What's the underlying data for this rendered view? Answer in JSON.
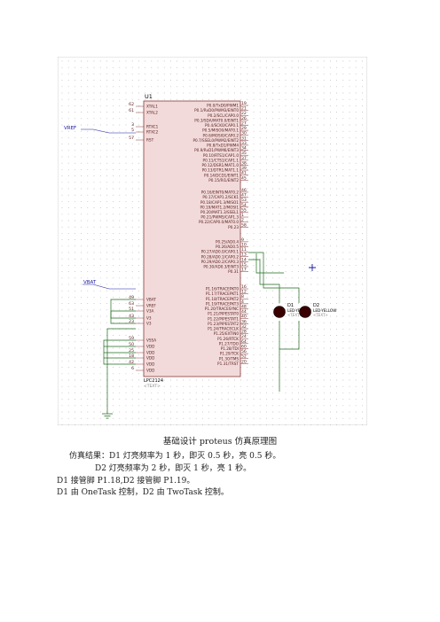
{
  "schematic": {
    "chip_ref": "U1",
    "chip_part": "LPC2124",
    "chip_text": "<TEXT>",
    "left_pins": [
      {
        "num": "62",
        "name": "XTAL1"
      },
      {
        "num": "61",
        "name": "XTAL2"
      },
      {
        "num": "3",
        "name": "RTXC1"
      },
      {
        "num": "5",
        "name": "RTXC2"
      },
      {
        "num": "57",
        "name": "RST"
      },
      {
        "num": "49",
        "name": "VBAT"
      },
      {
        "num": "63",
        "name": "VREF"
      },
      {
        "num": "51",
        "name": "V3A"
      },
      {
        "num": "43",
        "name": "V3"
      },
      {
        "num": "23",
        "name": "V3"
      },
      {
        "num": "59",
        "name": "VSSA"
      },
      {
        "num": "50",
        "name": "VDD"
      },
      {
        "num": "25",
        "name": "VDD"
      },
      {
        "num": "18",
        "name": "VDD"
      },
      {
        "num": "42",
        "name": "VDD"
      },
      {
        "num": "6",
        "name": "VDD"
      }
    ],
    "right_pins_p0": [
      {
        "num": "19",
        "name": "P0.0/TxD0/PWM1"
      },
      {
        "num": "21",
        "name": "P0.1/RxD0/PWM3/EINT0"
      },
      {
        "num": "22",
        "name": "P0.2/SCL/CAP0.0"
      },
      {
        "num": "26",
        "name": "P0.3/SDA/MAT0.0/EINT1"
      },
      {
        "num": "27",
        "name": "P0.4/SCK0/CAP0.1"
      },
      {
        "num": "29",
        "name": "P0.5/MISO0/MAT0.1"
      },
      {
        "num": "30",
        "name": "P0.6/MOSI0/CAP0.2"
      },
      {
        "num": "31",
        "name": "P0.7/SSEL0/PWM2/EINT2"
      },
      {
        "num": "33",
        "name": "P0.8/TxD1/PWM4"
      },
      {
        "num": "34",
        "name": "P0.9/RxD1/PWM6/EINT3"
      },
      {
        "num": "35",
        "name": "P0.10/RTS1/CAP1.0"
      },
      {
        "num": "37",
        "name": "P0.11/CTS1/CAP1.1"
      },
      {
        "num": "38",
        "name": "P0.12/DSR1/MAT1.0"
      },
      {
        "num": "39",
        "name": "P0.13/DTR1/MAT1.1"
      },
      {
        "num": "41",
        "name": "P0.14/DCD1/EINT1"
      },
      {
        "num": "45",
        "name": "P0.15/RI1/EINT2"
      },
      {
        "num": "46",
        "name": "P0.16/EINT0/MAT0.2"
      },
      {
        "num": "47",
        "name": "P0.17/CAP1.2/SCK1"
      },
      {
        "num": "53",
        "name": "P0.18/CAP1.3/MISO1"
      },
      {
        "num": "54",
        "name": "P0.19/MAT1.2/MOSI1"
      },
      {
        "num": "55",
        "name": "P0.20/MAT1.3/SSEL1"
      },
      {
        "num": "1",
        "name": "P0.21/PWM5/CAP1.3"
      },
      {
        "num": "2",
        "name": "P0.22/CAP0.0/MAT0.0"
      },
      {
        "num": "58",
        "name": "P0.23"
      },
      {
        "num": "9",
        "name": "P0.25/AD0.4"
      },
      {
        "num": "10",
        "name": "P0.26/AD0.5"
      },
      {
        "num": "11",
        "name": "P0.27/AD0.0/CAP0.1"
      },
      {
        "num": "13",
        "name": "P0.28/AD0.1/CAP0.2"
      },
      {
        "num": "14",
        "name": "P0.29/AD0.2/CAP0.3"
      },
      {
        "num": "15",
        "name": "P0.30/AD0.3/EINT3"
      },
      {
        "num": "17",
        "name": "P0.31"
      }
    ],
    "right_pins_p1": [
      {
        "num": "16",
        "name": "P1.16/TRACEPKT0"
      },
      {
        "num": "12",
        "name": "P1.17/TRACEPKT1"
      },
      {
        "num": "8",
        "name": "P1.18/TRACEPKT2"
      },
      {
        "num": "4",
        "name": "P1.19/TRACEPKT3"
      },
      {
        "num": "48",
        "name": "P1.20/TRACESYNC"
      },
      {
        "num": "44",
        "name": "P1.21/PIPESTAT0"
      },
      {
        "num": "40",
        "name": "P1.22/PIPESTAT1"
      },
      {
        "num": "36",
        "name": "P1.23/PIPESTAT2"
      },
      {
        "num": "32",
        "name": "P1.24/TRACECLK"
      },
      {
        "num": "28",
        "name": "P1.25/EXTIN0"
      },
      {
        "num": "24",
        "name": "P1.26/RTCK"
      },
      {
        "num": "64",
        "name": "P1.27/TDO"
      },
      {
        "num": "60",
        "name": "P1.28/TDI"
      },
      {
        "num": "56",
        "name": "P1.29/TCK"
      },
      {
        "num": "52",
        "name": "P1.30/TMS"
      },
      {
        "num": "20",
        "name": "P1.31/TRST"
      }
    ],
    "signal_labels": [
      "VREF",
      "VBAT"
    ],
    "leds": [
      {
        "ref": "D1",
        "part": "LED-YELLOW",
        "text": "<TEXT>"
      },
      {
        "ref": "D2",
        "part": "LED-YELLOW",
        "text": "<TEXT>"
      }
    ]
  },
  "caption": "基础设计 proteus 仿真原理图",
  "lines": [
    "仿真结果：D1 灯亮频率为 1 秒，即灭 0.5 秒，亮 0.5 秒。",
    "D2 灯亮频率为 2 秒，即灭 1 秒，亮 1 秒。",
    "D1 接管脚 P1.18,D2 接管脚 P1.19。",
    "D1 由 OneTask 控制，D2 由 TwoTask 控制。"
  ],
  "colors": {
    "chip_fill": "#f2dada",
    "chip_stroke": "#8a3a3a",
    "pin_text": "#5a2020",
    "wire": "#1e6b1e",
    "grid_dot": "#b0b0b0",
    "led_fill": "#3a0000",
    "label_blue": "#1a1aa0"
  }
}
